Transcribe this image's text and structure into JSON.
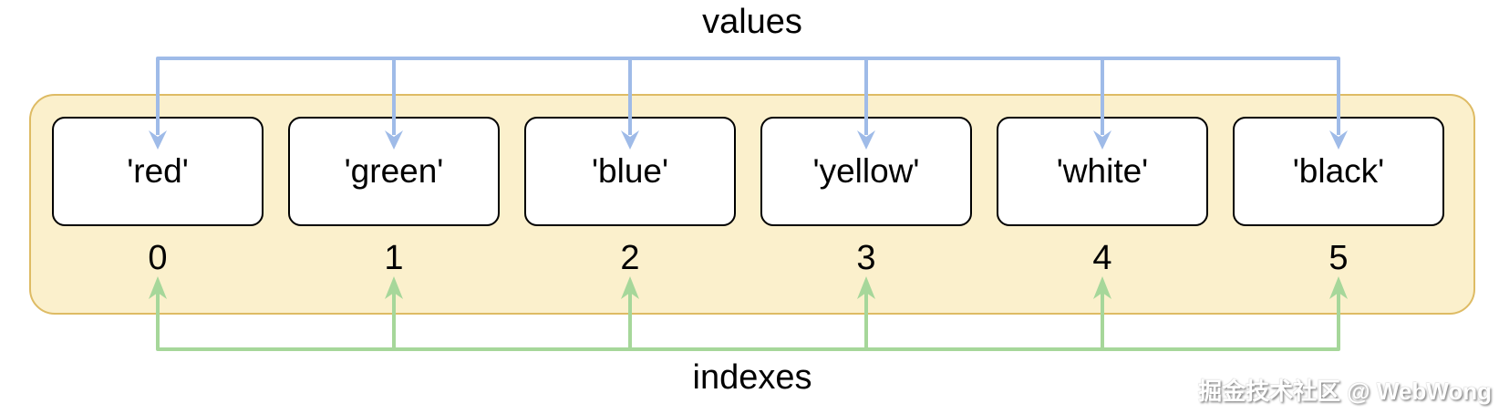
{
  "labels": {
    "values": "values",
    "indexes": "indexes"
  },
  "cells": [
    {
      "value": "'red'",
      "index": "0"
    },
    {
      "value": "'green'",
      "index": "1"
    },
    {
      "value": "'blue'",
      "index": "2"
    },
    {
      "value": "'yellow'",
      "index": "3"
    },
    {
      "value": "'white'",
      "index": "4"
    },
    {
      "value": "'black'",
      "index": "5"
    }
  ],
  "watermark": "掘金技术社区 @ WebWong",
  "colors": {
    "container_fill": "#FBF0CC",
    "container_border": "#DEBB64",
    "cell_fill": "#FFFFFF",
    "cell_border": "#000000",
    "values_arrow": "#9FBBE8",
    "indexes_arrow": "#A6D79A"
  }
}
